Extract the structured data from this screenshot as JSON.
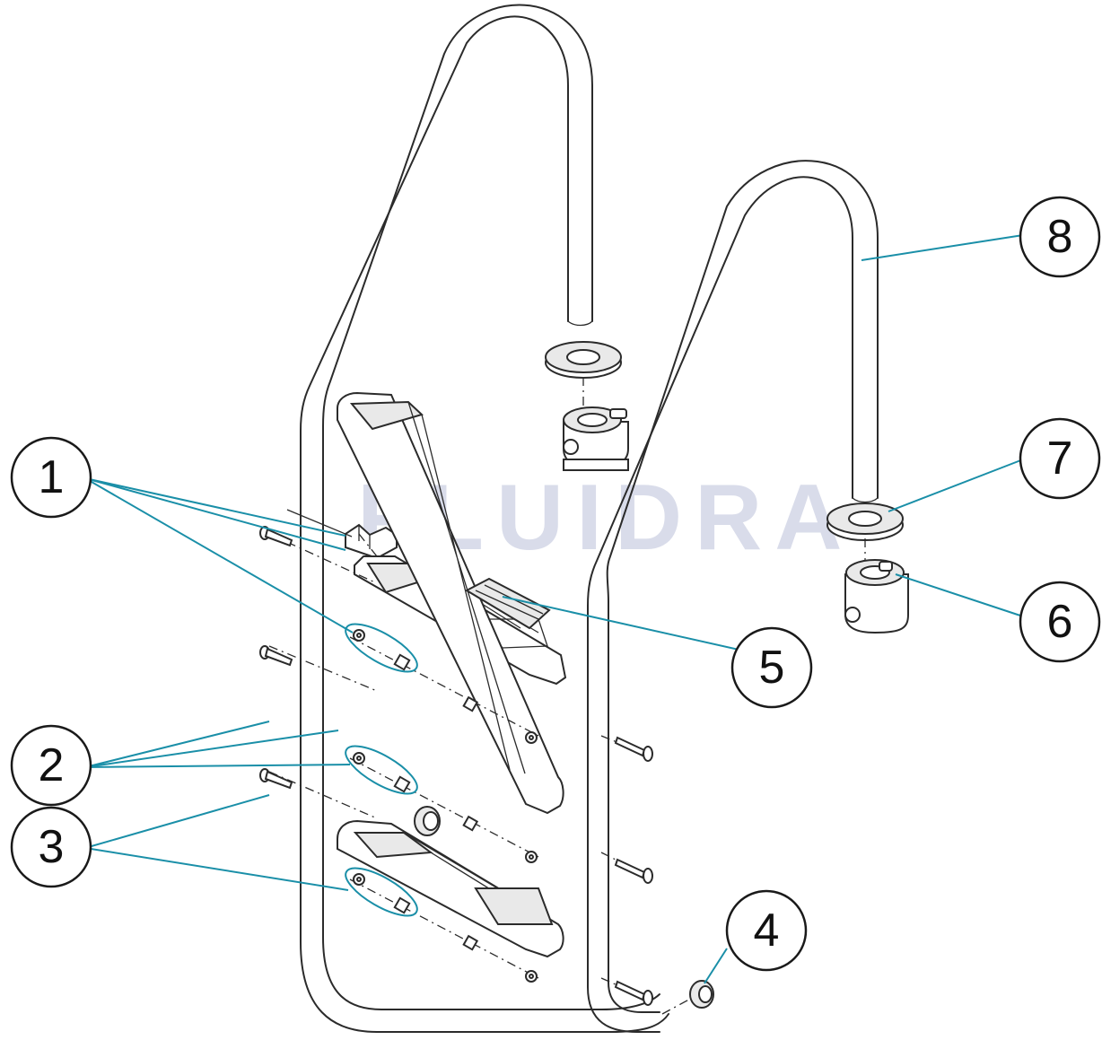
{
  "watermark": {
    "text": "FLUIDRA"
  },
  "callouts": [
    {
      "id": "1",
      "label": "1"
    },
    {
      "id": "2",
      "label": "2"
    },
    {
      "id": "3",
      "label": "3"
    },
    {
      "id": "4",
      "label": "4"
    },
    {
      "id": "5",
      "label": "5"
    },
    {
      "id": "6",
      "label": "6"
    },
    {
      "id": "7",
      "label": "7"
    },
    {
      "id": "8",
      "label": "8"
    }
  ],
  "colors": {
    "leader": "#1a8fa8",
    "line": "#2b2b2b",
    "watermark": "#d9dcea"
  }
}
